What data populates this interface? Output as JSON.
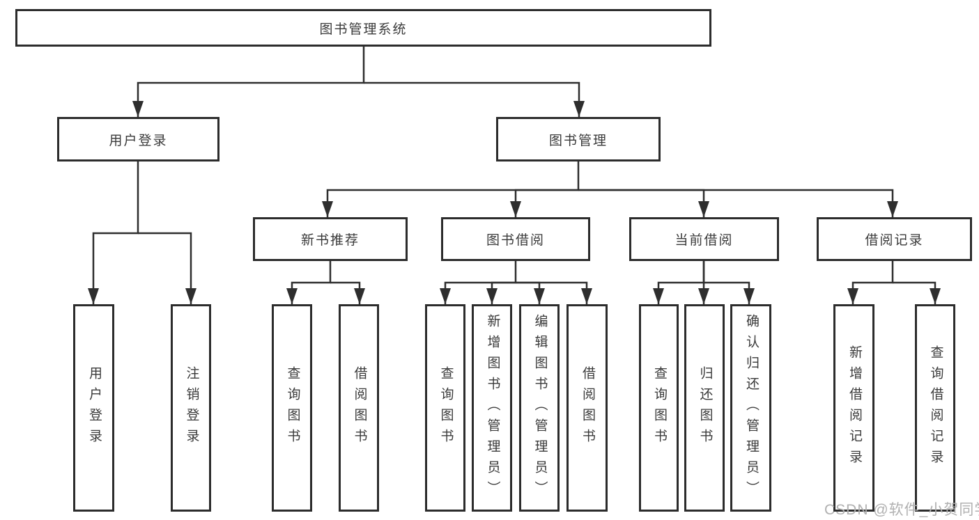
{
  "diagram": {
    "type": "tree",
    "root": {
      "label": "图书管理系统",
      "children": [
        {
          "label": "用户登录",
          "children": [
            {
              "label": "用户登录"
            },
            {
              "label": "注销登录"
            }
          ]
        },
        {
          "label": "图书管理",
          "children": [
            {
              "label": "新书推荐",
              "children": [
                {
                  "label": "查询图书"
                },
                {
                  "label": "借阅图书"
                }
              ]
            },
            {
              "label": "图书借阅",
              "children": [
                {
                  "label": "查询图书"
                },
                {
                  "label": "新增图书（管理员）"
                },
                {
                  "label": "编辑图书（管理员）"
                },
                {
                  "label": "借阅图书"
                }
              ]
            },
            {
              "label": "当前借阅",
              "children": [
                {
                  "label": "查询图书"
                },
                {
                  "label": "归还图书"
                },
                {
                  "label": "确认归还（管理员）"
                }
              ]
            },
            {
              "label": "借阅记录",
              "children": [
                {
                  "label": "新增借阅记录"
                },
                {
                  "label": "查询借阅记录"
                }
              ]
            }
          ]
        }
      ]
    }
  },
  "watermark": "CSDN @软件_小贺同学",
  "colors": {
    "background": "#ffffff",
    "box_border": "#2c2c2c",
    "connector_line": "#2e2e2e",
    "text": "#3a3a3a",
    "watermark_text": "#b0b0b0"
  }
}
